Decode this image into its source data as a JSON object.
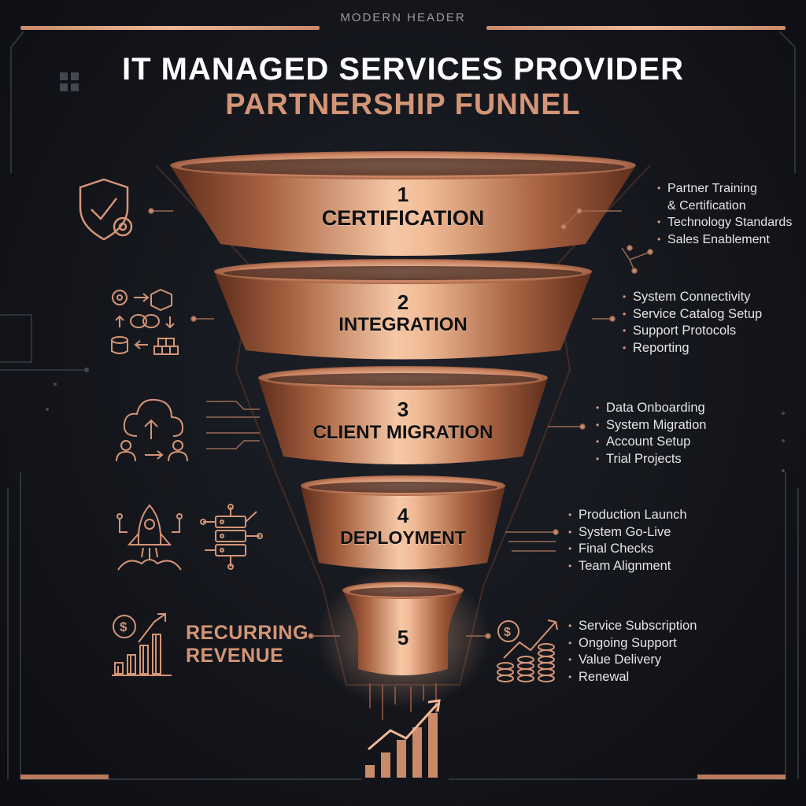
{
  "header": {
    "label": "MODERN HEADER",
    "title": "IT MANAGED SERVICES PROVIDER",
    "subtitle": "PARTNERSHIP FUNNEL"
  },
  "stages": [
    {
      "number": "1",
      "name": "CERTIFICATION",
      "icon": "shield-check-gear-icon",
      "bullets": [
        "Partner Training",
        "& Certification",
        "Technology Standards",
        "Sales Enablement"
      ]
    },
    {
      "number": "2",
      "name": "INTEGRATION",
      "icon": "integration-flow-icon",
      "bullets": [
        "System Connectivity",
        "Service Catalog Setup",
        "Support Protocols",
        "Reporting"
      ]
    },
    {
      "number": "3",
      "name": "CLIENT MIGRATION",
      "icon": "cloud-migration-icon",
      "bullets": [
        "Data Onboarding",
        "System Migration",
        "Account Setup",
        "Trial Projects"
      ]
    },
    {
      "number": "4",
      "name": "DEPLOYMENT",
      "icon": "rocket-server-icon",
      "bullets": [
        "Production Launch",
        "System Go-Live",
        "Final Checks",
        "Team Alignment"
      ]
    },
    {
      "number": "5",
      "name": "",
      "icon": "revenue-coins-icon",
      "bullets": [
        "Service Subscription",
        "Ongoing Support",
        "Value Delivery",
        "Renewal"
      ]
    }
  ],
  "outcome": {
    "label_line1": "RECURRING",
    "label_line2": "REVENUE"
  },
  "colors": {
    "copper": "#d49576",
    "copper_light": "#f3c3a3",
    "background": "#14161c",
    "text": "#e4e4e4"
  }
}
